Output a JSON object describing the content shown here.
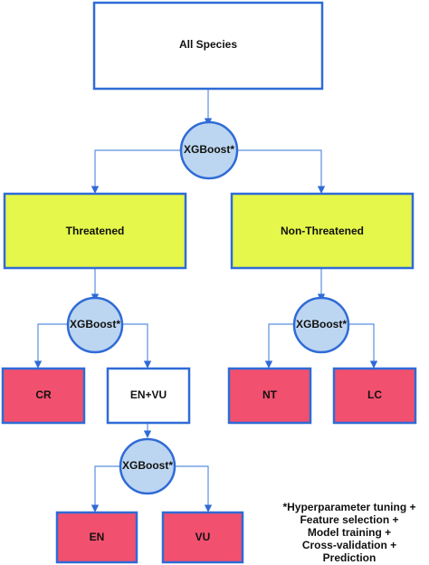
{
  "colors": {
    "line": "#2f6bd6",
    "connector": "#5b8fe0",
    "circle_fill": "#bcd6f1",
    "lime_fill": "#e5f74a",
    "pink_fill": "#f2506f",
    "white_fill": "#ffffff"
  },
  "nodes": {
    "root": "All Species",
    "classifier_1": "XGBoost*",
    "threatened": "Threatened",
    "non_threatened": "Non-Threatened",
    "classifier_2": "XGBoost*",
    "classifier_3": "XGBoost*",
    "cr": "CR",
    "en_vu": "EN+VU",
    "nt": "NT",
    "lc": "LC",
    "classifier_4": "XGBoost*",
    "en": "EN",
    "vu": "VU"
  },
  "footnote": [
    "*Hyperparameter tuning +",
    "Feature selection +",
    "Model training +",
    "Cross-validation +",
    "Prediction"
  ]
}
